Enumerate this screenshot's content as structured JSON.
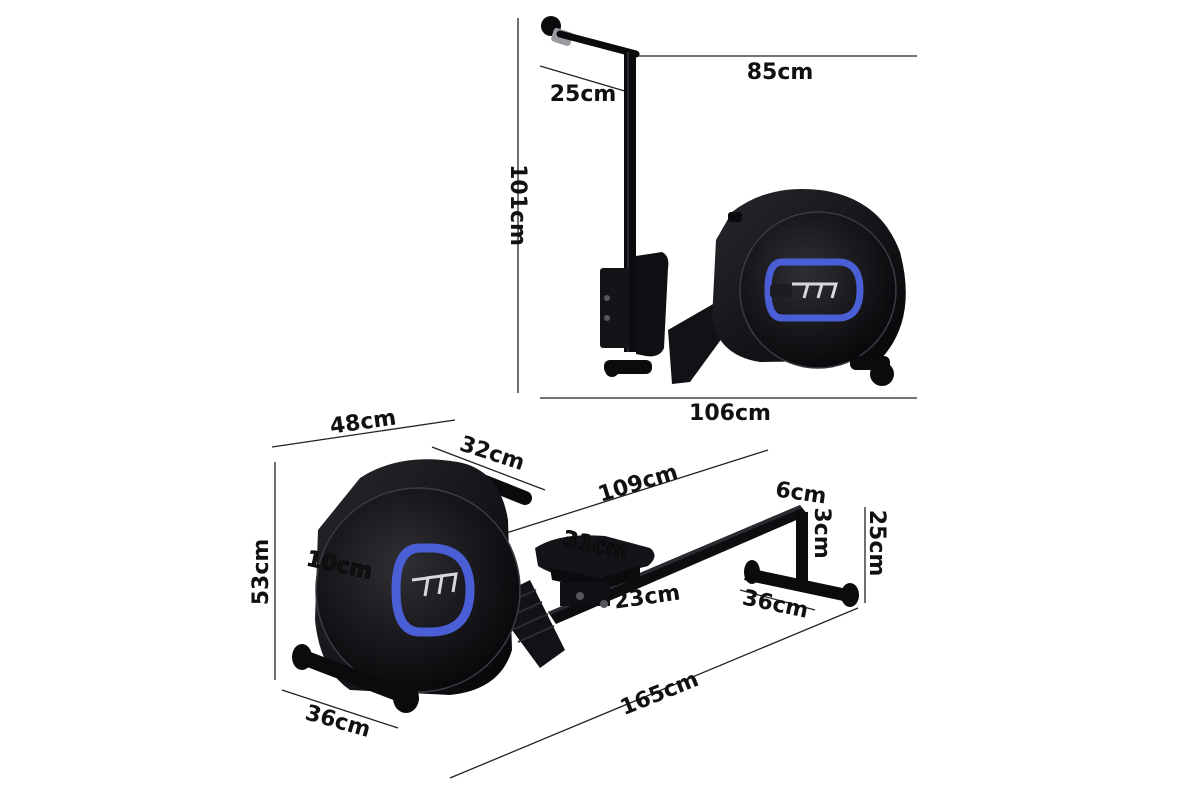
{
  "colors": {
    "background": "#ffffff",
    "frame": "#0b0b0d",
    "frame_highlight": "#2a2a30",
    "accent": "#4a5fd6",
    "line": "#222222",
    "text": "#111111"
  },
  "upright_view": {
    "height_label": "101cm",
    "width_label": "106cm",
    "handle_reach_label": "85cm",
    "handle_width_label": "25cm"
  },
  "flat_view": {
    "width_label": "48cm",
    "handle_bar_label": "32cm",
    "rail_label": "109cm",
    "rail_end_width_label": "6cm",
    "rail_thickness_label": "3cm",
    "rear_height_label": "25cm",
    "seat_length_label": "31cm",
    "seat_width_label": "23cm",
    "rear_stabilizer_label": "36cm",
    "front_stabilizer_label": "36cm",
    "height_label": "53cm",
    "flywheel_label": "10cm",
    "length_label": "165cm"
  }
}
